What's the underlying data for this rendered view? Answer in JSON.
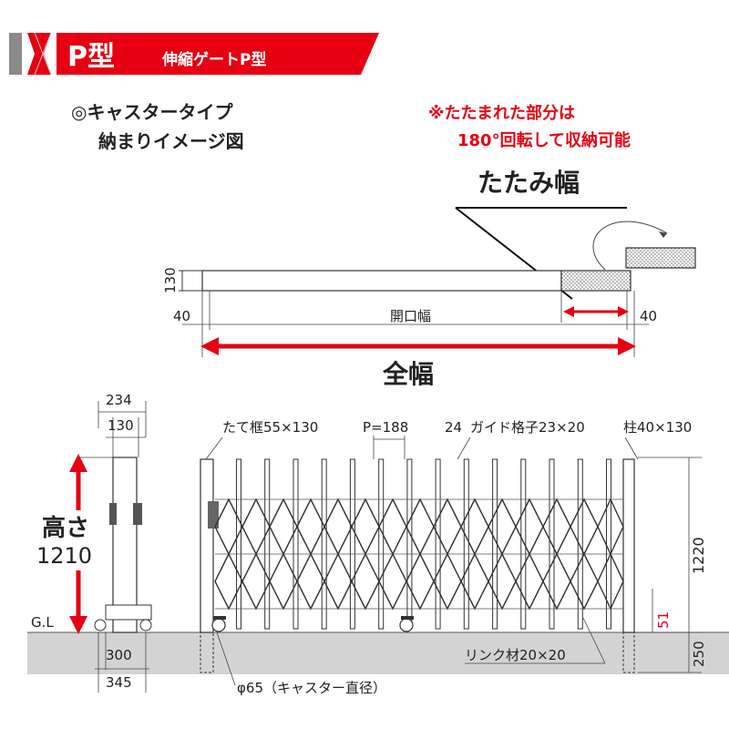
{
  "header": {
    "code": "P型",
    "subtitle": "伸縮ゲートP型"
  },
  "caption": {
    "line1": "◎キャスタータイプ",
    "line2": "納まりイメージ図"
  },
  "note": {
    "line1": "※たたまれた部分は",
    "line2": "180°回転して収納可能"
  },
  "plan": {
    "fold_width_label": "たたみ幅",
    "depth_label": "130",
    "left_margin_label": "40",
    "right_margin_label": "40",
    "opening_label": "開口幅",
    "total_width_label": "全幅"
  },
  "side_view": {
    "top_dim_label": "234",
    "post_dim_label": "130",
    "height_word": "高さ",
    "height_value": "1210",
    "ground_label": "G.L",
    "base_dim_label": "300",
    "bottom_dim_label": "345"
  },
  "front_view": {
    "frame_label": "たて框55×130",
    "pitch_label": "P=188",
    "gap_label": "24",
    "guide_label": "ガイド格子23×20",
    "post_label": "柱40×130",
    "height_dim_label": "1220",
    "clearance_label": "51",
    "embed_label": "250",
    "link_label": "リンク材20×20",
    "caster_label": "φ65（キャスター直径）"
  },
  "colors": {
    "accent": "#e60012",
    "ground": "#d3d3d3",
    "line": "#333333"
  }
}
